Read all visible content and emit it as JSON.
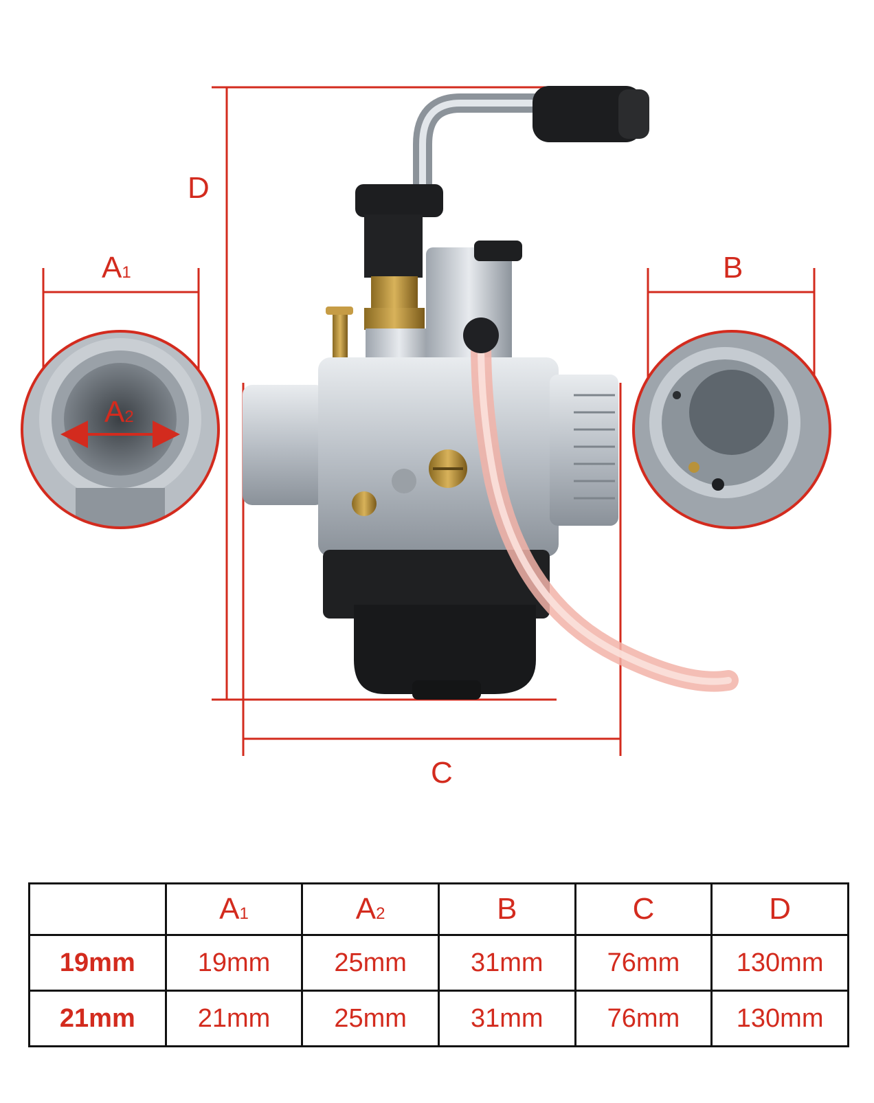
{
  "dimensions": {
    "a1": {
      "letter": "A",
      "sub": "1"
    },
    "a2": {
      "letter": "A",
      "sub": "2"
    },
    "b": {
      "letter": "B"
    },
    "c": {
      "letter": "C"
    },
    "d": {
      "letter": "D"
    }
  },
  "table": {
    "headers": [
      {
        "letter": "",
        "sub": ""
      },
      {
        "letter": "A",
        "sub": "1"
      },
      {
        "letter": "A",
        "sub": "2"
      },
      {
        "letter": "B",
        "sub": ""
      },
      {
        "letter": "C",
        "sub": ""
      },
      {
        "letter": "D",
        "sub": ""
      }
    ],
    "rows": [
      [
        "19mm",
        "19mm",
        "25mm",
        "31mm",
        "76mm",
        "130mm"
      ],
      [
        "21mm",
        "21mm",
        "25mm",
        "31mm",
        "76mm",
        "130mm"
      ]
    ]
  },
  "colors": {
    "accent": "#d32b1e",
    "border": "#111111"
  }
}
